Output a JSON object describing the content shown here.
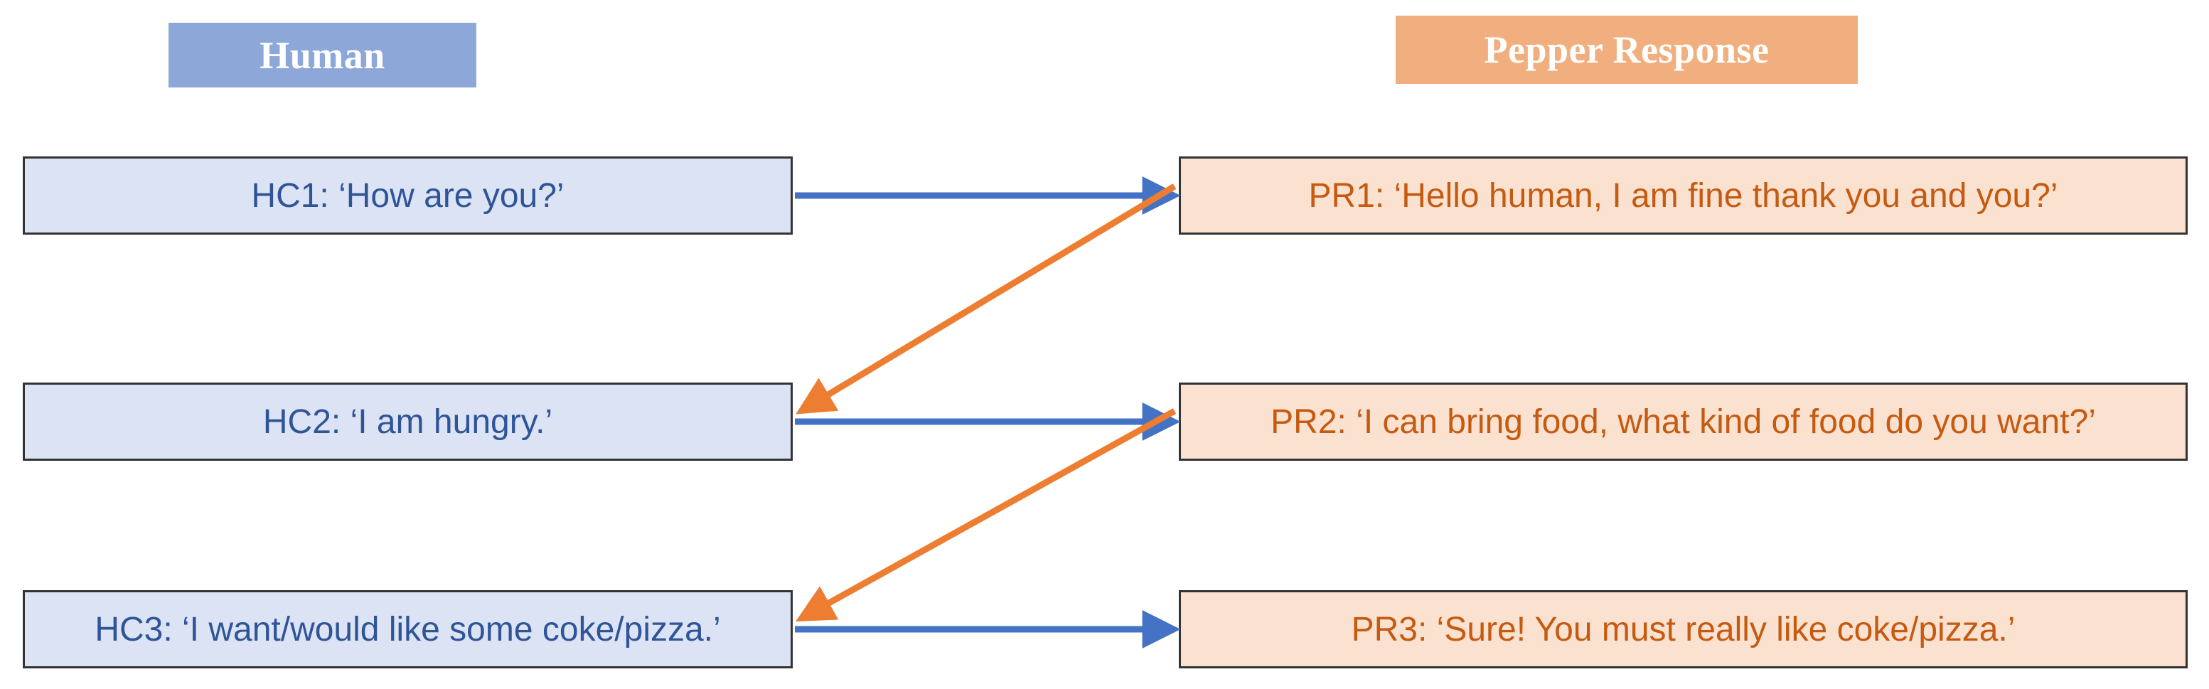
{
  "headers": {
    "human": "Human",
    "pepper": "Pepper Response"
  },
  "colors": {
    "human_header_bg": "#8CA7D8",
    "pepper_header_bg": "#F1AF7F",
    "human_box_bg": "#DCE3F4",
    "pepper_box_bg": "#FBE2D0",
    "human_text": "#2F5597",
    "pepper_text": "#C55A11",
    "blue_arrow": "#4472C4",
    "orange_arrow": "#ED7D31",
    "box_border": "#333333"
  },
  "human_turns": [
    {
      "id": "HC1",
      "text": "HC1: ‘How are you?’"
    },
    {
      "id": "HC2",
      "text": "HC2: ‘I am hungry.’"
    },
    {
      "id": "HC3",
      "text": "HC3: ‘I want/would like some coke/pizza.’"
    }
  ],
  "pepper_turns": [
    {
      "id": "PR1",
      "text": "PR1: ‘Hello human, I am fine thank you and you?’"
    },
    {
      "id": "PR2",
      "text": "PR2: ‘I can bring food, what kind of food do you want?’"
    },
    {
      "id": "PR3",
      "text": "PR3: ‘Sure! You must really like coke/pizza.’"
    }
  ],
  "arrows": [
    {
      "name": "hc1-to-pr1",
      "direction": "human-to-pepper",
      "color": "#4472C4"
    },
    {
      "name": "hc2-to-pr2",
      "direction": "human-to-pepper",
      "color": "#4472C4"
    },
    {
      "name": "hc3-to-pr3",
      "direction": "human-to-pepper",
      "color": "#4472C4"
    },
    {
      "name": "pr1-to-hc2",
      "direction": "pepper-to-human-diagonal",
      "color": "#ED7D31"
    },
    {
      "name": "pr2-to-hc3",
      "direction": "pepper-to-human-diagonal",
      "color": "#ED7D31"
    }
  ]
}
